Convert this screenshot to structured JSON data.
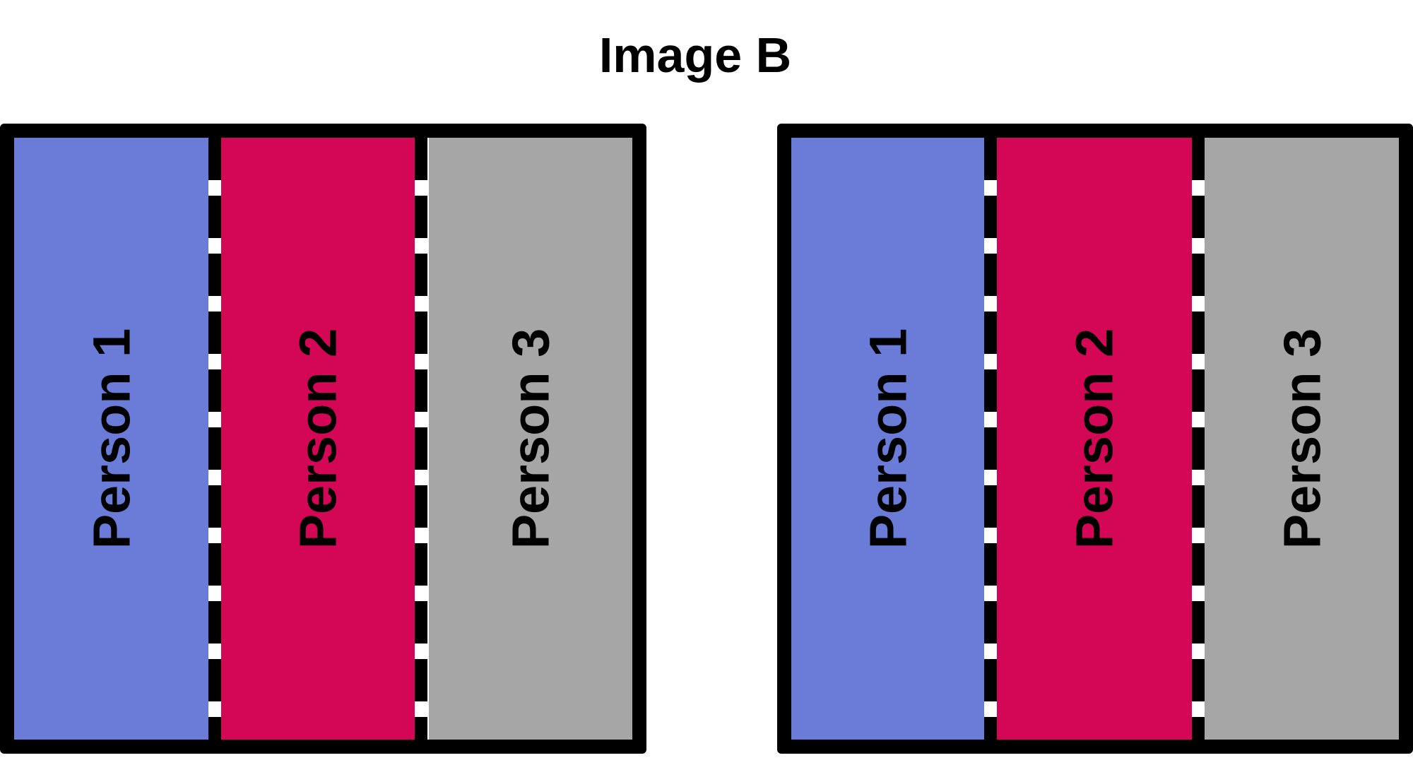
{
  "title": "Image B",
  "panels": [
    {
      "strips": [
        {
          "label": "Person 1",
          "color": "#6a7bd8"
        },
        {
          "label": "Person 2",
          "color": "#d30755"
        },
        {
          "label": "Person 3",
          "color": "#a6a6a6"
        }
      ]
    },
    {
      "strips": [
        {
          "label": "Person 1",
          "color": "#6a7bd8"
        },
        {
          "label": "Person 2",
          "color": "#d30755"
        },
        {
          "label": "Person 3",
          "color": "#a6a6a6"
        }
      ]
    }
  ]
}
